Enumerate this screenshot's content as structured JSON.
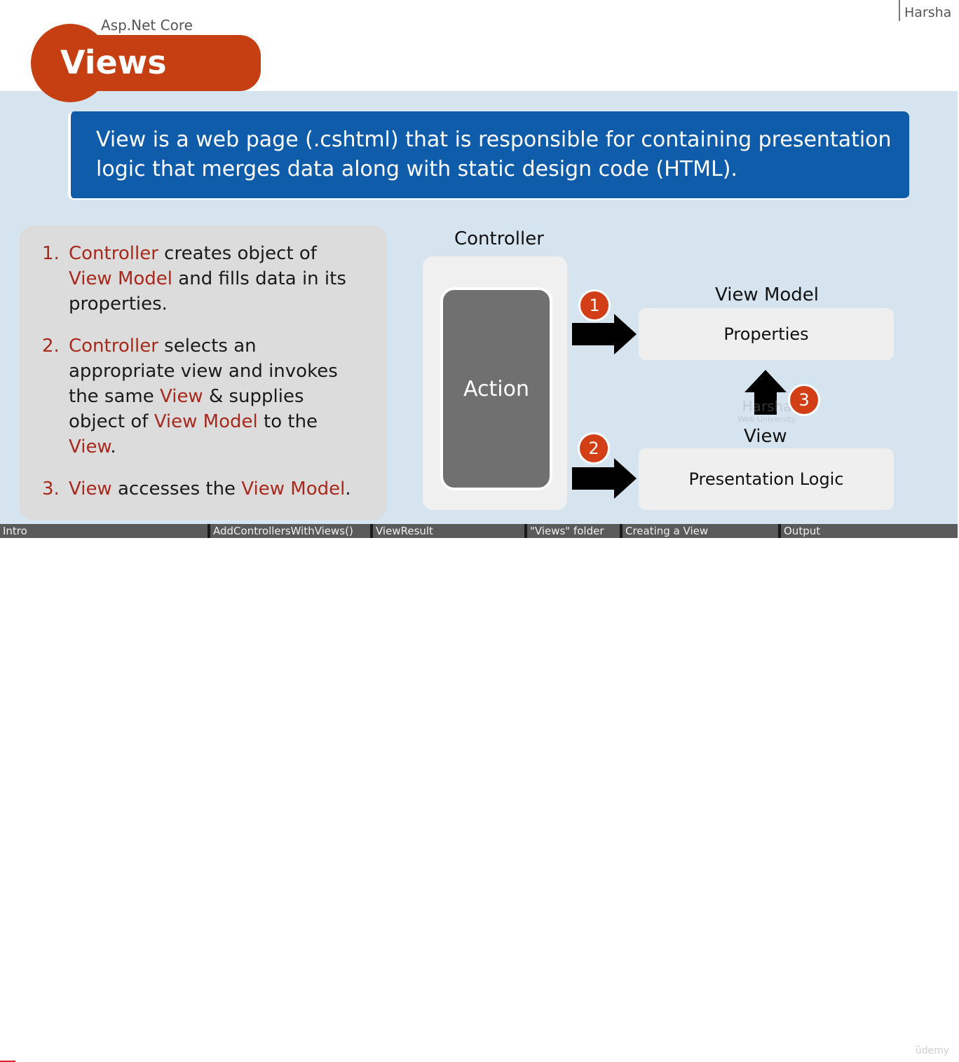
{
  "header": {
    "course": "Asp.Net Core",
    "title": "Views",
    "author": "Harsha"
  },
  "definition": "View is a web page (.cshtml) that is responsible for containing presentation logic that merges data along with static design code (HTML).",
  "steps": [
    {
      "num": "1.",
      "parts": [
        [
          "Controller",
          true
        ],
        [
          " creates object of ",
          false
        ],
        [
          "View Model",
          true
        ],
        [
          " and fills data in its properties.",
          false
        ]
      ]
    },
    {
      "num": "2.",
      "parts": [
        [
          "Controller",
          true
        ],
        [
          " selects an appropriate view and invokes the same ",
          false
        ],
        [
          "View",
          true
        ],
        [
          " & supplies object of ",
          false
        ],
        [
          "View Model",
          true
        ],
        [
          " to the ",
          false
        ],
        [
          "View",
          true
        ],
        [
          ".",
          false
        ]
      ]
    },
    {
      "num": "3.",
      "parts": [
        [
          "View",
          true
        ],
        [
          " accesses the ",
          false
        ],
        [
          "View Model",
          true
        ],
        [
          ".",
          false
        ]
      ]
    }
  ],
  "diagram": {
    "controller_label": "Controller",
    "action_label": "Action",
    "viewmodel_label": "View Model",
    "properties_label": "Properties",
    "view_label": "View",
    "presentation_label": "Presentation Logic",
    "badges": [
      "1",
      "2",
      "3"
    ],
    "watermark": "Harsha",
    "watermark_sub": "Web University"
  },
  "tabs": [
    "Intro",
    "AddControllersWithViews()",
    "ViewResult",
    "\"Views\" folder",
    "Creating a View",
    "Output"
  ],
  "brand": "ûdemy",
  "colors": {
    "accent": "#c63f12",
    "highlight": "#a8291c",
    "definition_bg": "#0f5cab",
    "slide_bg": "#d6e4ef"
  }
}
